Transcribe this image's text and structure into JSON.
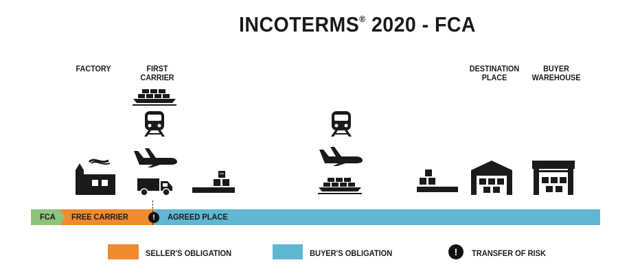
{
  "title": {
    "main": "INCOTERMS",
    "mark": "®",
    "rest": "2020 - FCA"
  },
  "locations": {
    "factory": "FACTORY",
    "first_carrier": "FIRST\nCARRIER",
    "destination": "DESTINATION\nPLACE",
    "buyer_warehouse": "BUYER\nWAREHOUSE"
  },
  "bar": {
    "fca": "FCA",
    "free_carrier": "FREE CARRIER",
    "risk_symbol": "!",
    "agreed_place": "AGREED PLACE"
  },
  "legend": {
    "seller": "SELLER'S OBLIGATION",
    "buyer": "BUYER'S OBLIGATION",
    "risk": "TRANSFER OF RISK",
    "risk_symbol": "!"
  },
  "colors": {
    "fca": "#8ec37a",
    "seller": "#f08a2e",
    "buyer": "#5fb7d2",
    "icon": "#1a1a1a"
  },
  "icons": [
    "factory-icon",
    "ship-icon",
    "train-icon",
    "plane-icon",
    "truck-icon",
    "pallet-icon",
    "warehouse-icon"
  ]
}
